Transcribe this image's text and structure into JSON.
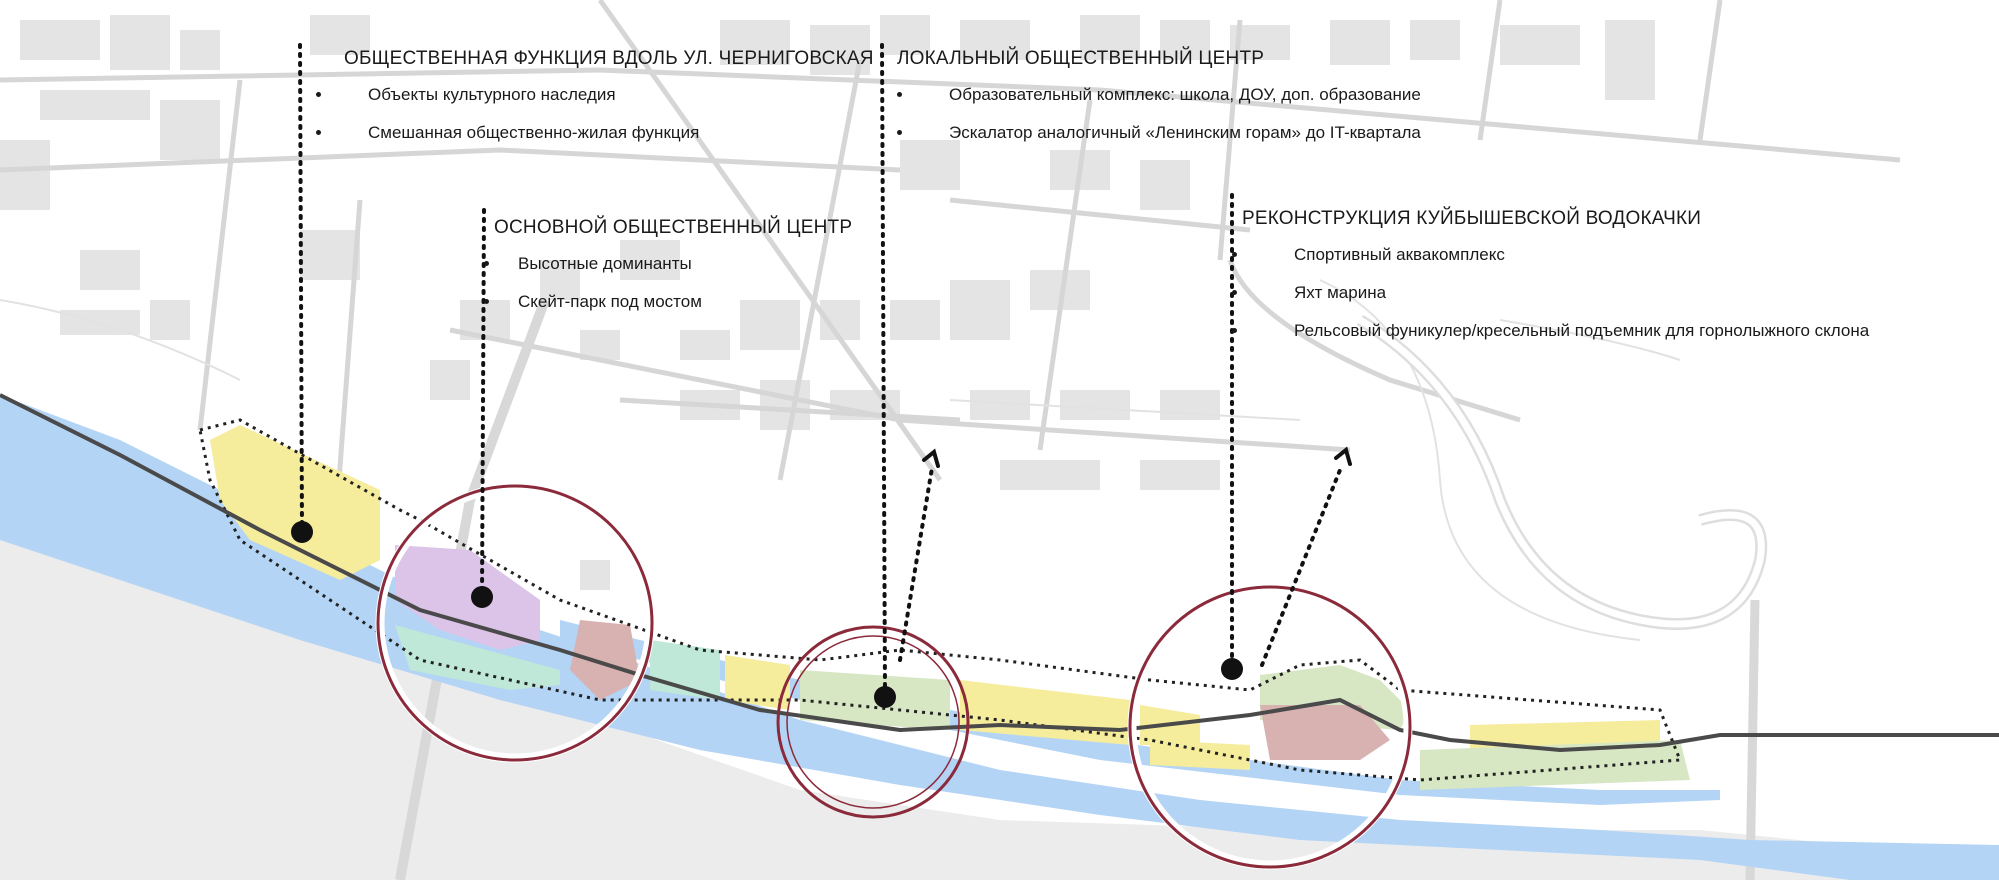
{
  "map": {
    "colors": {
      "water": "#b3d4f5",
      "land": "#ececec",
      "road": "#d0d0d0",
      "building": "#e2e2e2",
      "residential": "#f5ec9c",
      "public": "#dcc3e8",
      "park": "#bfe8d8",
      "green": "#d7e7c4",
      "commercial": "#d8b1b1",
      "circle": "#8b2a3a",
      "railway": "#4a4a4a"
    },
    "callouts": [
      {
        "id": "chernigovskaya",
        "title": "ОБЩЕСТВЕННАЯ ФУНКЦИЯ ВДОЛЬ УЛ. ЧЕРНИГОВСКАЯ",
        "items": [
          "Объекты культурного наследия",
          "Смешанная общественно-жилая функция"
        ]
      },
      {
        "id": "local-center",
        "title": "ЛОКАЛЬНЫЙ ОБЩЕСТВЕННЫЙ ЦЕНТР",
        "items": [
          "Образовательный комплекс: школа, ДОУ, доп. образование",
          "Эскалатор аналогичный «Ленинским горам» до IT-квартала"
        ]
      },
      {
        "id": "main-center",
        "title": "ОСНОВНОЙ ОБЩЕСТВЕННЫЙ ЦЕНТР",
        "items": [
          "Высотные доминанты",
          "Скейт-парк под мостом"
        ]
      },
      {
        "id": "vodokachka",
        "title": "РЕКОНСТРУКЦИЯ КУЙБЫШЕВСКОЙ ВОДОКАЧКИ",
        "items": [
          "Спортивный аквакомплекс",
          "Яхт марина",
          "Рельсовый фуникулер/кресельный подъемник для горнолыжного склона"
        ]
      }
    ]
  }
}
